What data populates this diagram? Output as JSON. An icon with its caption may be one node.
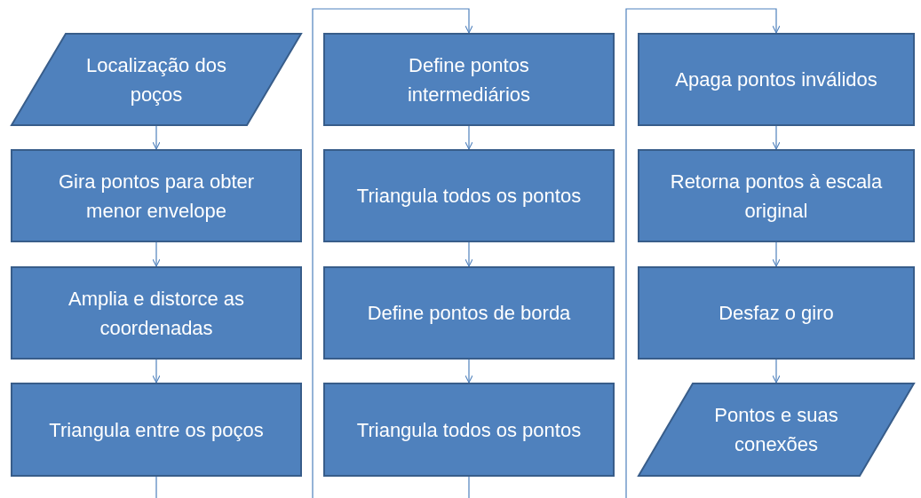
{
  "diagram": {
    "nodes": [
      {
        "text": [
          "Localização dos poços"
        ]
      },
      {
        "text": [
          "Gira pontos para obter menor envelope"
        ]
      },
      {
        "text": [
          "Amplia e distorce as coordenadas"
        ]
      },
      {
        "text": [
          "Triangula entre os poços"
        ]
      },
      {
        "text": [
          "Define pontos intermediários"
        ]
      },
      {
        "text": [
          "Triangula todos os pontos"
        ]
      },
      {
        "text": [
          "Define pontos de borda"
        ]
      },
      {
        "text": [
          "Triangula todos os pontos"
        ]
      },
      {
        "text": [
          "Apaga pontos inválidos"
        ]
      },
      {
        "text": [
          "Retorna pontos à escala original"
        ]
      },
      {
        "text": [
          "Desfaz o giro"
        ]
      },
      {
        "text": [
          "Pontos e suas conexões"
        ]
      }
    ],
    "edges": [
      {
        "from": 0,
        "to": 1,
        "arrow": "to"
      },
      {
        "from": 1,
        "to": 2,
        "arrow": "to"
      },
      {
        "from": 2,
        "to": 3,
        "arrow": "to"
      },
      {
        "from": 3,
        "to": 4,
        "arrow": "to"
      },
      {
        "from": 4,
        "to": 5,
        "arrow": "to"
      },
      {
        "from": 5,
        "to": 6,
        "arrow": "to"
      },
      {
        "from": 6,
        "to": 7,
        "arrow": "to"
      },
      {
        "from": 7,
        "to": 8,
        "arrow": "to"
      },
      {
        "from": 8,
        "to": 9,
        "arrow": "to"
      },
      {
        "from": 9,
        "to": 10,
        "arrow": "to"
      },
      {
        "from": 10,
        "to": 11,
        "arrow": "to"
      }
    ]
  }
}
